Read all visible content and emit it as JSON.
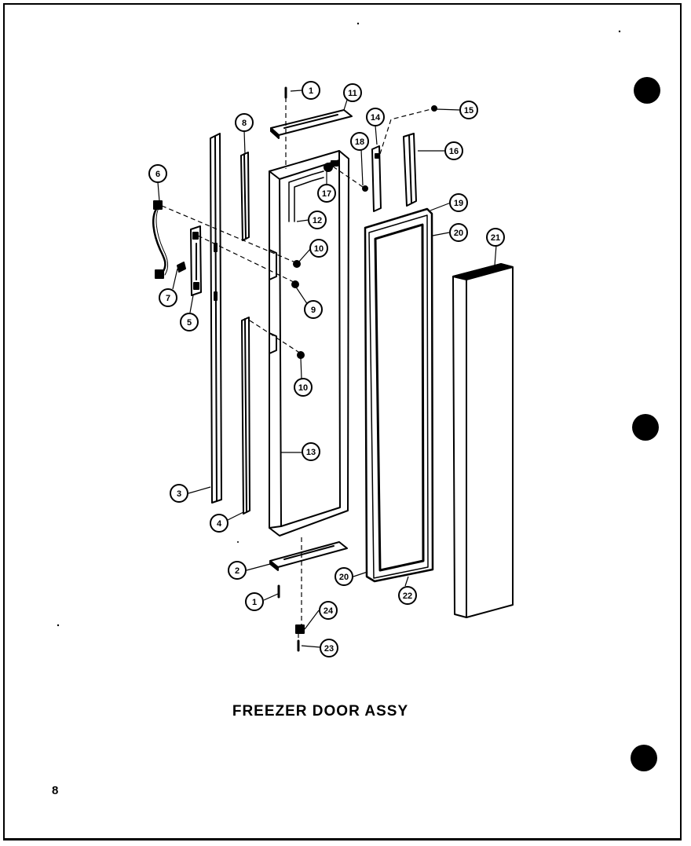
{
  "title": "FREEZER DOOR ASSY",
  "page_number": "8",
  "callouts": [
    {
      "id": "c1-top",
      "label": "1"
    },
    {
      "id": "c11",
      "label": "11"
    },
    {
      "id": "c15",
      "label": "15"
    },
    {
      "id": "c14",
      "label": "14"
    },
    {
      "id": "c8",
      "label": "8"
    },
    {
      "id": "c18",
      "label": "18"
    },
    {
      "id": "c16",
      "label": "16"
    },
    {
      "id": "c6",
      "label": "6"
    },
    {
      "id": "c17",
      "label": "17"
    },
    {
      "id": "c12",
      "label": "12"
    },
    {
      "id": "c19",
      "label": "19"
    },
    {
      "id": "c20-top",
      "label": "20"
    },
    {
      "id": "c21",
      "label": "21"
    },
    {
      "id": "c10-a",
      "label": "10"
    },
    {
      "id": "c7",
      "label": "7"
    },
    {
      "id": "c9",
      "label": "9"
    },
    {
      "id": "c5",
      "label": "5"
    },
    {
      "id": "c10-b",
      "label": "10"
    },
    {
      "id": "c13",
      "label": "13"
    },
    {
      "id": "c3",
      "label": "3"
    },
    {
      "id": "c4",
      "label": "4"
    },
    {
      "id": "c2",
      "label": "2"
    },
    {
      "id": "c20-bot",
      "label": "20"
    },
    {
      "id": "c22",
      "label": "22"
    },
    {
      "id": "c1-bot",
      "label": "1"
    },
    {
      "id": "c24",
      "label": "24"
    },
    {
      "id": "c23",
      "label": "23"
    }
  ]
}
